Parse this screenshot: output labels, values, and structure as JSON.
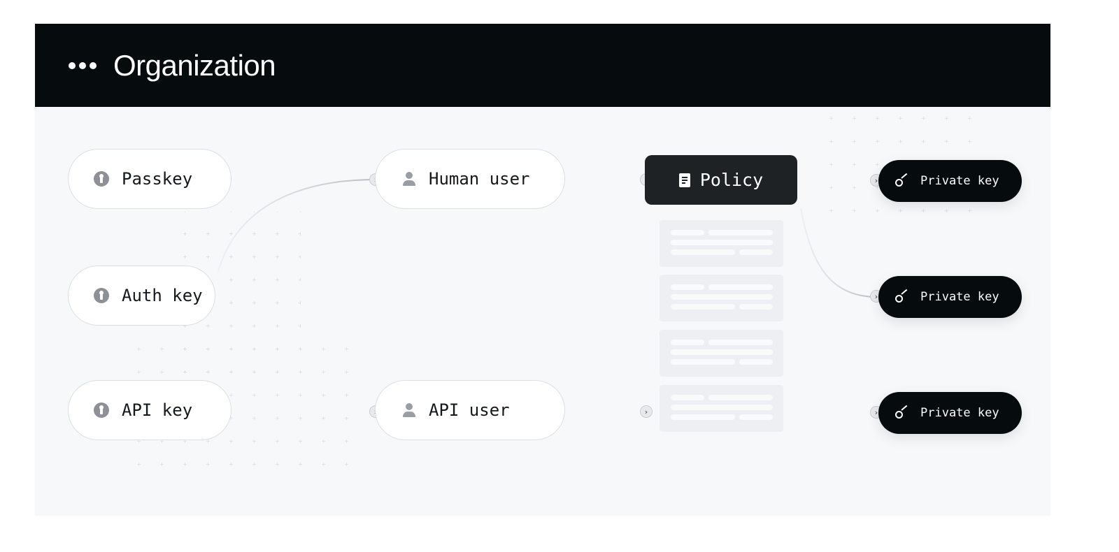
{
  "header": {
    "title": "Organization",
    "menu_icon": "more-dots-icon"
  },
  "colors": {
    "header_bg": "#060b0d",
    "canvas_bg": "#f7f8fa",
    "node_bg": "#ffffff",
    "policy_bg": "#1e2225",
    "private_key_bg": "#060b0d",
    "wire": "#c9ccd1"
  },
  "nodes": {
    "passkey": {
      "label": "Passkey",
      "icon": "info-icon"
    },
    "auth_key": {
      "label": "Auth key",
      "icon": "info-icon"
    },
    "api_key": {
      "label": "API key",
      "icon": "info-icon"
    },
    "human_user": {
      "label": "Human user",
      "icon": "user-icon"
    },
    "api_user": {
      "label": "API user",
      "icon": "user-icon"
    },
    "policy": {
      "label": "Policy",
      "icon": "document-icon"
    },
    "private_keys": [
      {
        "label": "Private key",
        "icon": "key-icon"
      },
      {
        "label": "Private key",
        "icon": "key-icon"
      },
      {
        "label": "Private key",
        "icon": "key-icon"
      }
    ]
  },
  "port_glyph": "›"
}
